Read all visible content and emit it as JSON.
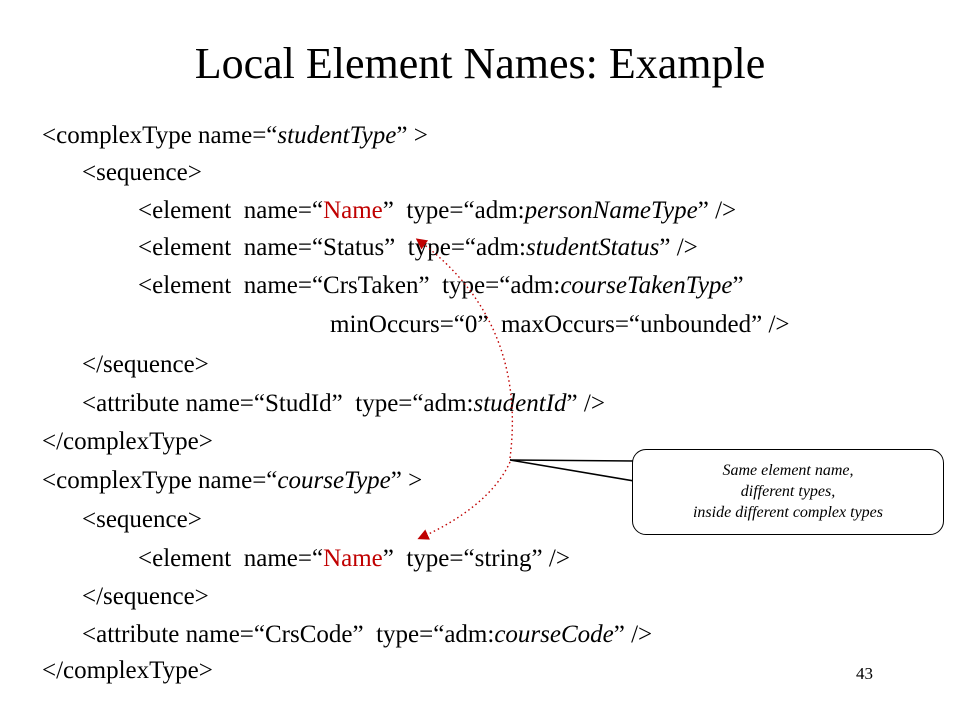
{
  "title": "Local Element Names: Example",
  "code": {
    "l1_a": "<complexType name=“",
    "l1_b": "studentType",
    "l1_c": "” >",
    "l2": "<sequence>",
    "l3_a": "<element  name=“",
    "l3_b": "Name",
    "l3_c": "”  type=“adm:",
    "l3_d": "personNameType",
    "l3_e": "” />",
    "l4_a": "<element  name=“Status”  type=“adm:",
    "l4_b": "studentStatus",
    "l4_c": "” />",
    "l5_a": "<element  name=“CrsTaken”  type=“adm:",
    "l5_b": "courseTakenType",
    "l5_c": "”",
    "l6": "minOccurs=“0”  maxOccurs=“unbounded” />",
    "l7": "</sequence>",
    "l8_a": "<attribute name=“StudId”  type=“adm:",
    "l8_b": "studentId",
    "l8_c": "” />",
    "l9": "</complexType>",
    "l10_a": "<complexType name=“",
    "l10_b": "courseType",
    "l10_c": "” >",
    "l11": "<sequence>",
    "l12_a": "<element  name=“",
    "l12_b": "Name",
    "l12_c": "”  type=“string” />",
    "l13": "</sequence>",
    "l14_a": "<attribute name=“CrsCode”  type=“adm:",
    "l14_b": "courseCode",
    "l14_c": "” />",
    "l15": "</complexType>"
  },
  "callout": {
    "line1": "Same element name,",
    "line2": "different types,",
    "line3": "inside different complex types"
  },
  "page_number": "43",
  "colors": {
    "highlight": "#c00000",
    "text": "#000000"
  }
}
